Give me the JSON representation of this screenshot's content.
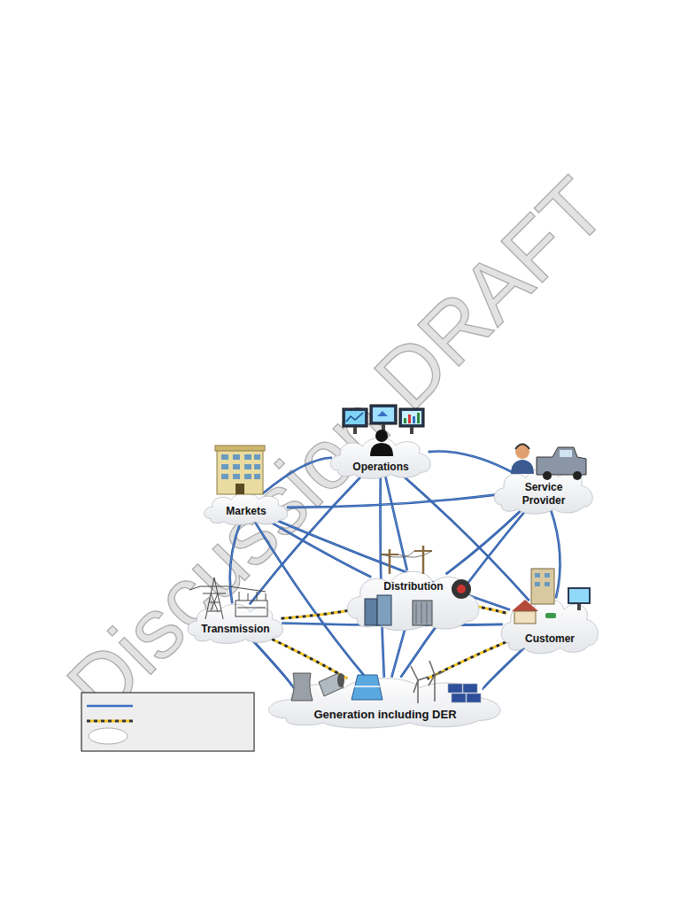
{
  "diagram": {
    "nodes": [
      {
        "text": [
          "Operations"
        ]
      },
      {
        "text": [
          "Markets"
        ]
      },
      {
        "text": [
          "Service Provider"
        ]
      },
      {
        "text": [
          "Distribution"
        ]
      },
      {
        "text": [
          "Transmission"
        ]
      },
      {
        "text": [
          "Customer"
        ]
      },
      {
        "text": [
          "Generation including DER"
        ]
      }
    ],
    "edges": [
      {
        "from": 0,
        "to": 1,
        "arrow": "none"
      },
      {
        "from": 0,
        "to": 2,
        "arrow": "none"
      },
      {
        "from": 0,
        "to": 3,
        "arrow": "none"
      },
      {
        "from": 0,
        "to": 4,
        "arrow": "none"
      },
      {
        "from": 0,
        "to": 5,
        "arrow": "none"
      },
      {
        "from": 0,
        "to": 6,
        "arrow": "none"
      },
      {
        "from": 1,
        "to": 2,
        "arrow": "none"
      },
      {
        "from": 1,
        "to": 3,
        "arrow": "none"
      },
      {
        "from": 1,
        "to": 4,
        "arrow": "none"
      },
      {
        "from": 1,
        "to": 5,
        "arrow": "none"
      },
      {
        "from": 1,
        "to": 6,
        "arrow": "none"
      },
      {
        "from": 2,
        "to": 3,
        "arrow": "none"
      },
      {
        "from": 2,
        "to": 5,
        "arrow": "none"
      },
      {
        "from": 2,
        "to": 6,
        "arrow": "none"
      },
      {
        "from": 4,
        "to": 5,
        "arrow": "none"
      },
      {
        "from": 4,
        "to": 6,
        "arrow": "none"
      },
      {
        "from": 5,
        "to": 6,
        "arrow": "none"
      },
      {
        "from": 4,
        "to": 3,
        "arrow": "none"
      },
      {
        "from": 3,
        "to": 5,
        "arrow": "none"
      },
      {
        "from": 4,
        "to": 6,
        "arrow": "none"
      },
      {
        "from": 5,
        "to": 6,
        "arrow": "none"
      },
      {
        "from": 3,
        "to": 6,
        "arrow": "none"
      }
    ],
    "labels": [
      "Discussion DRAFT"
    ]
  }
}
